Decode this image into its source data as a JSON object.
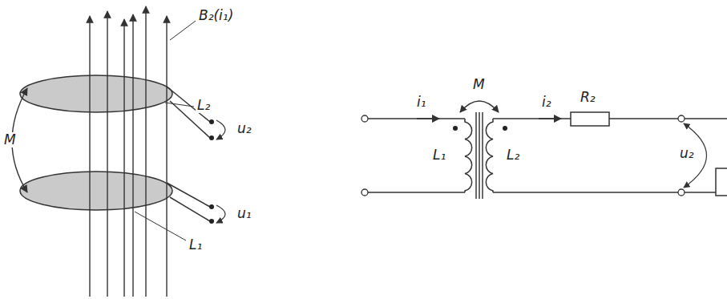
{
  "diagram": {
    "labels": [
      "B₂(i₁)",
      "M",
      "L₂",
      "u₂",
      "L₁",
      "u₁",
      "i₁",
      "M",
      "i₂",
      "R₂",
      "L₁",
      "L₂",
      "u₂"
    ]
  }
}
